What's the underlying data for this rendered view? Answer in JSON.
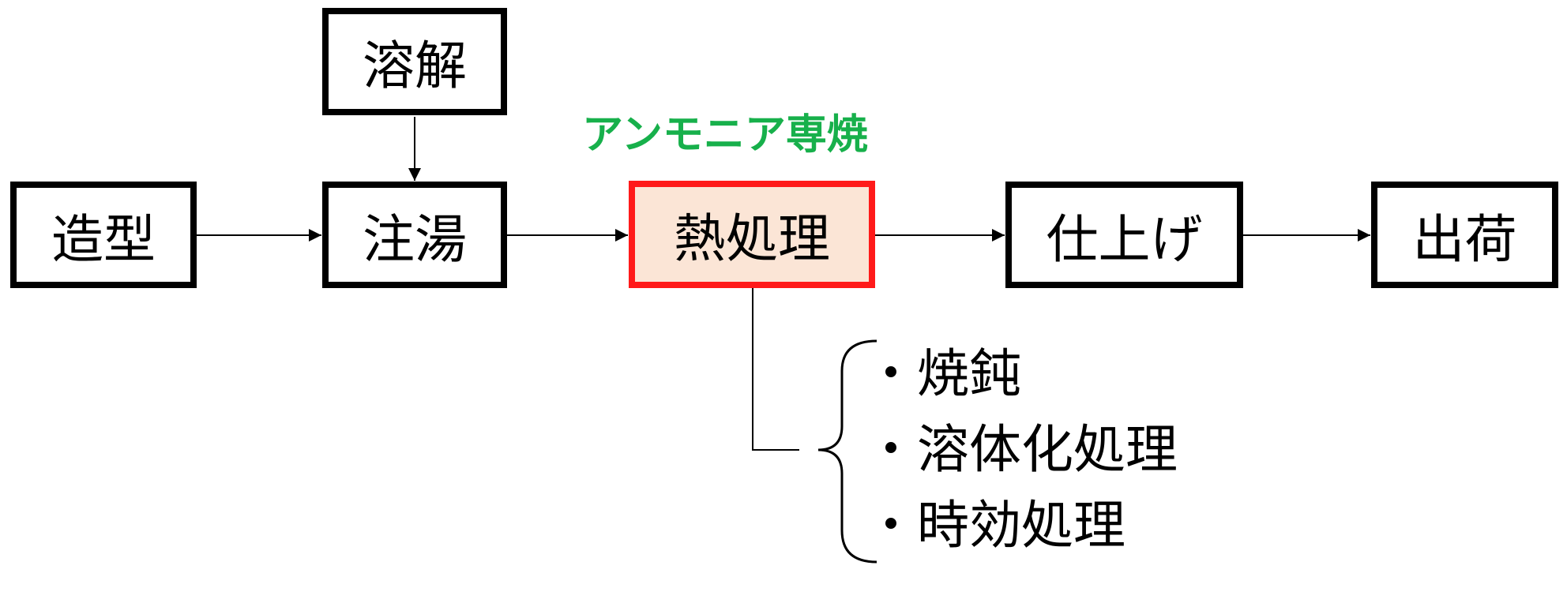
{
  "nodes": {
    "zokei": "造型",
    "yokai": "溶解",
    "chuto": "注湯",
    "netsushori": "熱処理",
    "shiage": "仕上げ",
    "shukka": "出荷"
  },
  "highlight_label": "アンモニア専焼",
  "sub_items": [
    "・焼鈍",
    "・溶体化処理",
    "・時効処理"
  ],
  "colors": {
    "highlight_border": "#ff1a1a",
    "highlight_fill": "#fbe5d6",
    "highlight_label": "#17b04b",
    "box_border": "#000000"
  }
}
